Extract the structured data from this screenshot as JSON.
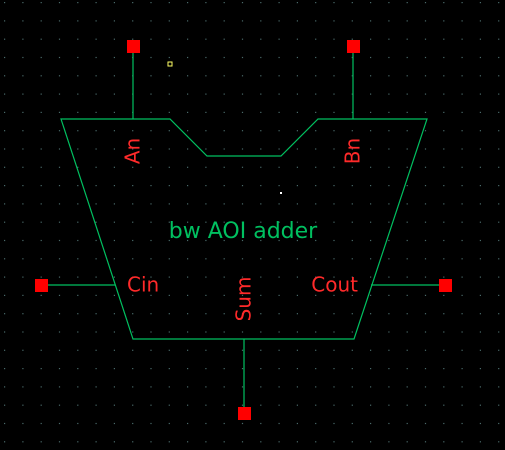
{
  "schematic": {
    "cell_label": "bw AOI adder",
    "pins": {
      "an": "An",
      "bn": "Bn",
      "cin": "Cin",
      "sum": "Sum",
      "cout": "Cout"
    },
    "colors": {
      "background": "#000000",
      "outline": "#00c060",
      "pin_label": "#ff2a2a",
      "pin_marker": "#ff0000",
      "cell_label": "#00c060",
      "grid_dot": "#4a6a6a",
      "origin_marker": "#ffff66",
      "cursor_dot": "#ffffff"
    }
  }
}
